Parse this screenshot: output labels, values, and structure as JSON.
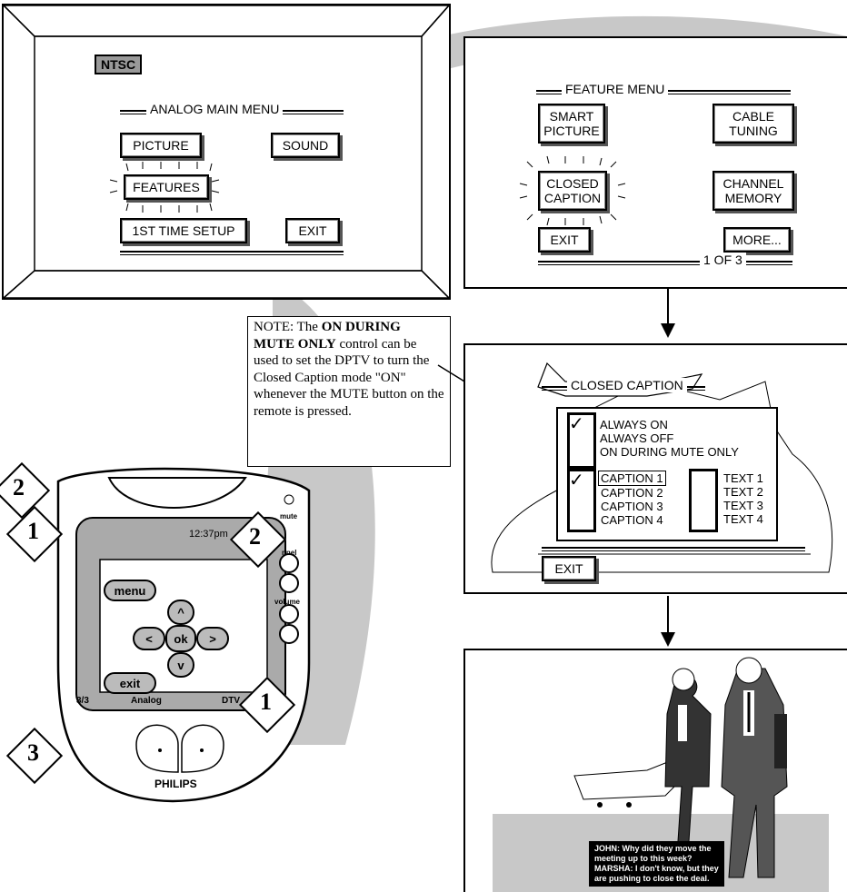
{
  "analog_screen": {
    "badge": "NTSC",
    "title": "ANALOG MAIN MENU",
    "buttons": {
      "picture": "PICTURE",
      "sound": "SOUND",
      "features": "FEATURES",
      "setup": "1ST TIME SETUP",
      "exit": "EXIT"
    }
  },
  "feature_screen": {
    "title": "FEATURE MENU",
    "buttons": {
      "smart_picture": "SMART\nPICTURE",
      "cable_tuning": "CABLE\nTUNING",
      "closed_caption": "CLOSED\nCAPTION",
      "channel_memory": "CHANNEL\nMEMORY",
      "exit": "EXIT",
      "more": "MORE..."
    },
    "page": "1 OF 3"
  },
  "note": {
    "prefix": "NOTE: The ",
    "bold": "ON DURING MUTE ONLY",
    "suffix": " control can be used to set the DPTV to turn the Closed Caption mode \"ON\" whenever the MUTE button on the remote is pressed."
  },
  "cc_screen": {
    "title": "CLOSED CAPTION",
    "modes": [
      "ALWAYS ON",
      "ALWAYS OFF",
      "ON DURING MUTE ONLY"
    ],
    "captions": [
      "CAPTION 1",
      "CAPTION 2",
      "CAPTION 3",
      "CAPTION 4"
    ],
    "texts": [
      "TEXT 1",
      "TEXT 2",
      "TEXT 3",
      "TEXT 4"
    ],
    "exit": "EXIT",
    "check": "✓"
  },
  "remote": {
    "time": "12:37pm",
    "mute": "mute",
    "channel": "nnel",
    "volume": "volume",
    "menu": "menu",
    "exit": "exit",
    "ok": "ok",
    "page": "3/3",
    "analog": "Analog",
    "dtv": "DTV",
    "brand": "PHILIPS",
    "steps": [
      "2",
      "1",
      "2",
      "3",
      "1"
    ]
  },
  "subtitle": {
    "lines": [
      "JOHN: Why did they move  the",
      "meeting up to this week?",
      "MARSHA: I don't know, but they",
      "are pushing to close the deal."
    ]
  }
}
